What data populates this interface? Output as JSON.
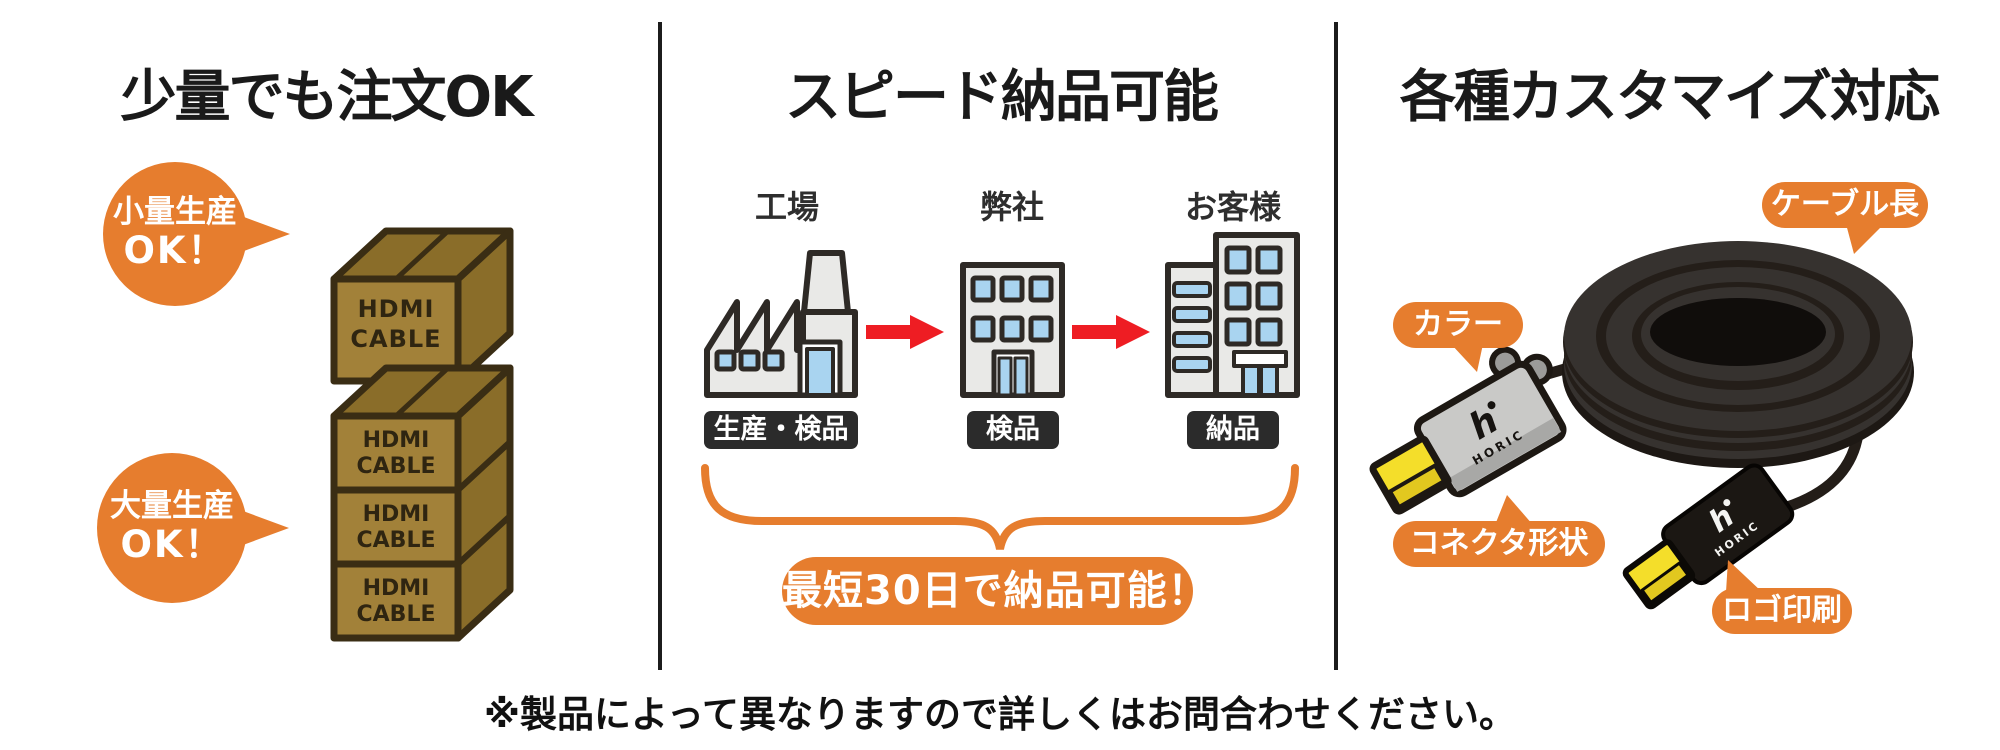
{
  "panels": {
    "left": {
      "title": "少量でも注文OK",
      "bubble_small": {
        "line1": "小量生産",
        "line2": "OK！"
      },
      "bubble_large": {
        "line1": "大量生産",
        "line2": "OK！"
      },
      "box_label_line1": "HDMI",
      "box_label_line2": "CABLE"
    },
    "middle": {
      "title": "スピード納品可能",
      "steps": [
        {
          "name": "工場",
          "tag": "生産・検品"
        },
        {
          "name": "弊社",
          "tag": "検品"
        },
        {
          "name": "お客様",
          "tag": "納品"
        }
      ],
      "highlight": "最短30日で納品可能！"
    },
    "right": {
      "title": "各種カスタマイズ対応",
      "callouts": {
        "cable_length": "ケーブル長",
        "color": "カラー",
        "connector_shape": "コネクタ形状",
        "logo_print": "ロゴ印刷"
      },
      "brand": "HORIC"
    },
    "footnote": "※製品によって異なりますので詳しくはお問合わせください。"
  },
  "colors": {
    "accent_orange": "#E67D2E",
    "arrow_red": "#EE1D23",
    "tag_dark": "#2B2B2B",
    "box_front": "#A28139",
    "box_shade": "#8A6D29",
    "box_outline": "#3A2D14",
    "window_blue": "#A9D4F0",
    "building_wall": "#E9E9E7",
    "cable_dark": "#36322F",
    "plug_yellow": "#F4DE2A"
  }
}
